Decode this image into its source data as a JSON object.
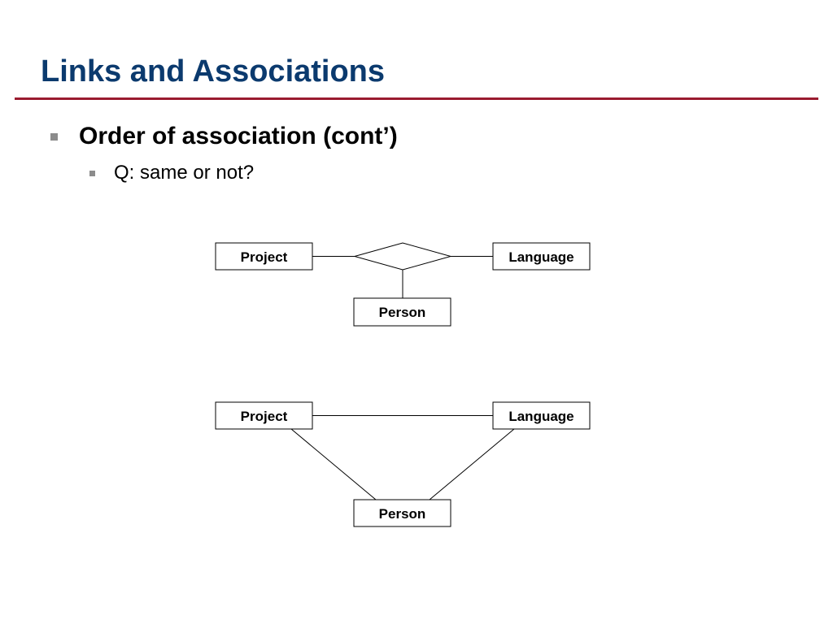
{
  "slide": {
    "title": "Links and Associations",
    "bullet_1": "Order of association (cont’)",
    "bullet_2": "Q: same or not?"
  },
  "diagram_1": {
    "nodes": {
      "project": "Project",
      "language": "Language",
      "person": "Person"
    }
  },
  "diagram_2": {
    "nodes": {
      "project": "Project",
      "language": "Language",
      "person": "Person"
    }
  },
  "colors": {
    "title": "#0b3a6e",
    "rule": "#9a1b2f",
    "bullet": "#8c8c8c"
  }
}
